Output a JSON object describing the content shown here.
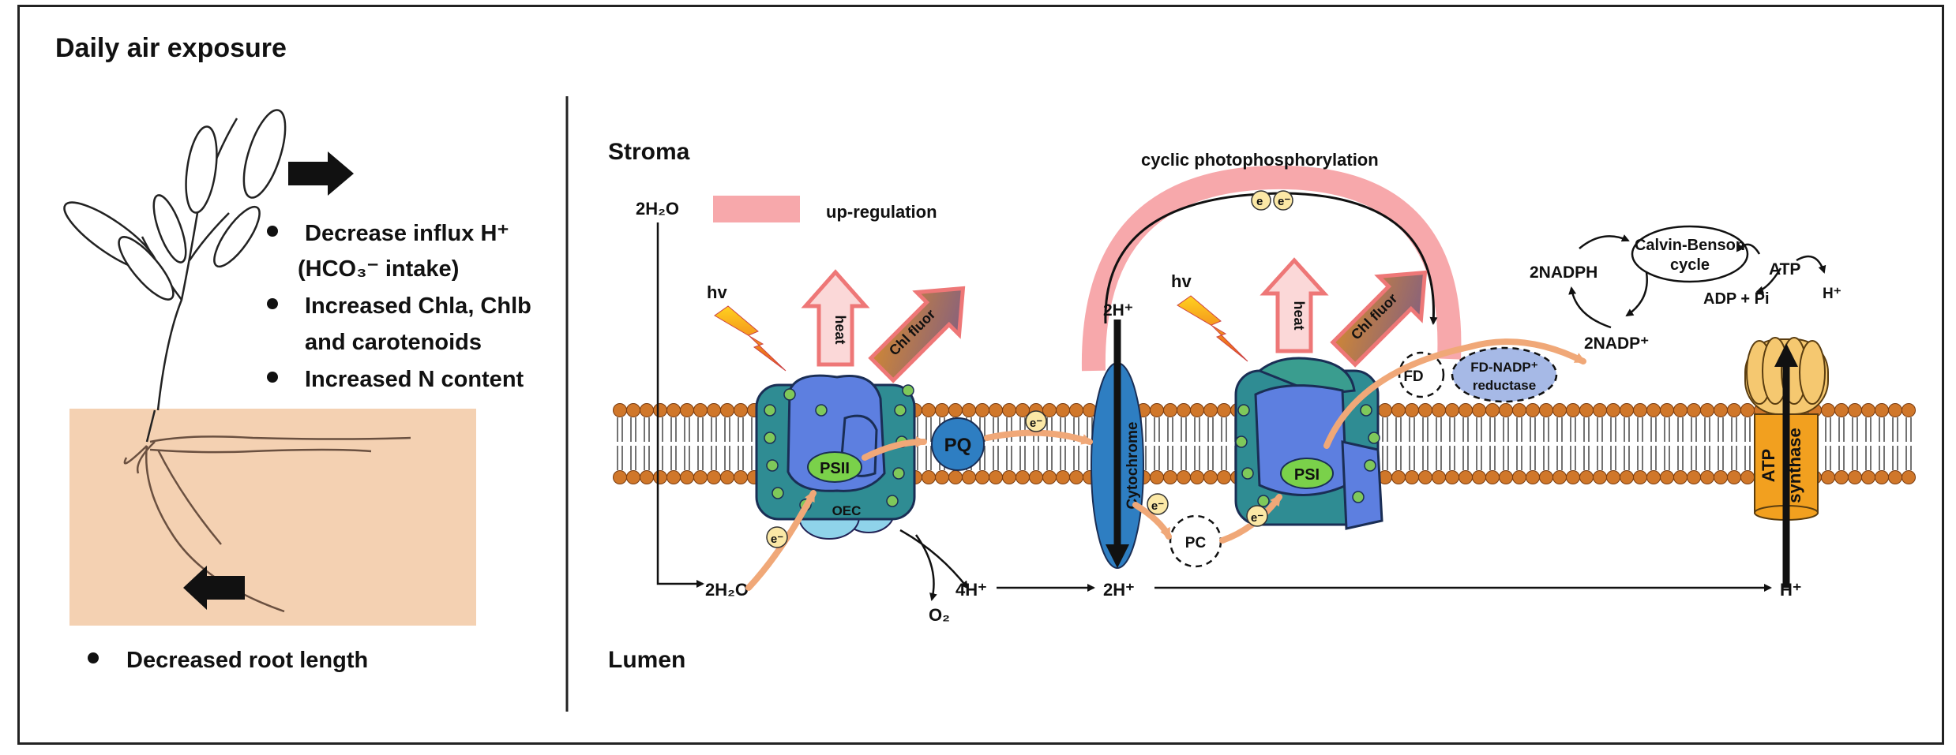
{
  "panel_title": "Daily air exposure",
  "left_panel": {
    "bullets": [
      {
        "line1": "Decrease influx H⁺",
        "line2": "(HCO₃⁻ intake)"
      },
      {
        "line1": "Increased Chla, Chlb",
        "line2": "and carotenoids"
      },
      {
        "line1": "Increased N content",
        "line2": ""
      }
    ],
    "root_bullet": "Decreased root length"
  },
  "right_panel": {
    "stroma": "Stroma",
    "lumen": "Lumen",
    "legend": {
      "label": "up-regulation",
      "color": "#f7a8ab"
    },
    "cyclic_label": "cyclic photophosphorylation",
    "water_top": "2H₂O",
    "water_bottom": "2H₂O",
    "hv_1": "hv",
    "hv_2": "hv",
    "heat_1": "heat",
    "heat_2": "heat",
    "chl_fluor_1": "Chl fluor",
    "chl_fluor_2": "Chl fluor",
    "psii": "PSII",
    "oec": "OEC",
    "pq": "PQ",
    "cytochrome": "Cytochrome",
    "psi": "PSI",
    "pc": "PC",
    "fd": "FD",
    "fdnr_1": "FD-NADP⁺",
    "fdnr_2": "reductase",
    "electron": "e⁻",
    "electron_plain": "e",
    "protons_cyt": "2H⁺",
    "protons_4": "4H⁺",
    "protons_lumen": "2H⁺",
    "o2": "O₂",
    "h_lumen": "H⁺",
    "h_stroma": "H⁺",
    "nadph": "2NADPH",
    "nadp": "2NADP⁺",
    "calvin_1": "Calvin-Benson",
    "calvin_2": "cycle",
    "atp": "ATP",
    "adp": "ADP + Pi",
    "atp_synthase_1": "ATP",
    "atp_synthase_2": "synthase"
  },
  "colors": {
    "membrane_head": "#d0772a",
    "complex_blue": "#5d7fe0",
    "complex_teal": "#2f8c93",
    "psii_label": "#7ad14a",
    "orange_arrow": "#f0a878",
    "atp_synthase": "#f5c870",
    "root_box": "#f2c9a4"
  }
}
